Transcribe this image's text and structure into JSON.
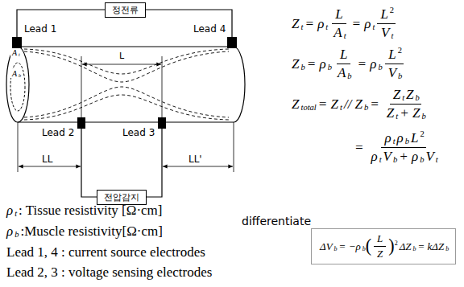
{
  "diagram": {
    "nodes": [
      {
        "text": [
          "정전류"
        ]
      },
      {
        "text": [
          "전압감지"
        ]
      },
      {
        "text": [
          "ΔV",
          "b",
          "= −ρ",
          "b",
          "(",
          "L",
          "Z",
          ")",
          "2",
          "ΔZ",
          "b",
          "= kΔZ",
          "b"
        ]
      }
    ],
    "labels": [
      "Lead 1",
      "Lead 4",
      "Lead 2",
      "Lead 3",
      "L",
      "LL",
      "LL'",
      "A",
      "t",
      "A",
      "b",
      "Z",
      "t",
      "= ρ",
      "t",
      "L",
      "A",
      "t",
      "= ρ",
      "t",
      "L",
      "2",
      "V",
      "t",
      "Z",
      "b",
      "= ρ",
      "b",
      "L",
      "A",
      "b",
      "= ρ",
      "b",
      "L",
      "2",
      "V",
      "b",
      "Z",
      "total",
      "= Z",
      "t",
      "// Z",
      "b",
      "=",
      "Z",
      "t",
      "Z",
      "b",
      "Z",
      "t",
      "+ Z",
      "b",
      "=",
      "ρ",
      "t",
      "ρ",
      "b",
      "L",
      "2",
      "ρ",
      "t",
      "V",
      "b",
      "+ ρ",
      "b",
      "V",
      "t",
      "differentiate",
      "ρ",
      "t",
      ": Tissue resistivity [Ω·cm]",
      "ρ",
      "b",
      ":Muscle resistivity[Ω·cm]",
      "Lead 1, 4 : current source electrodes",
      "Lead 2, 3 : voltage sensing electrodes"
    ]
  }
}
